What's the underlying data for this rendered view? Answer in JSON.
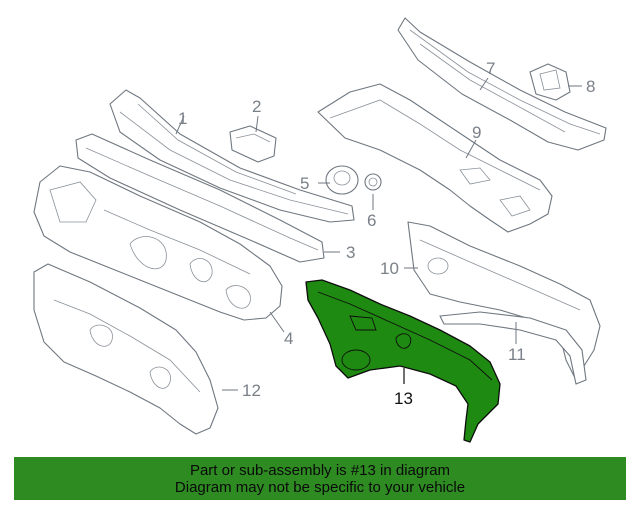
{
  "diagram": {
    "callouts": [
      "1",
      "2",
      "3",
      "4",
      "5",
      "6",
      "7",
      "8",
      "9",
      "10",
      "11",
      "12",
      "13"
    ],
    "highlighted_callout": "13",
    "highlight_color": "#1f8a11",
    "line_color": "#6f7780"
  },
  "banner": {
    "line1": "Part or sub-assembly is #13 in diagram",
    "line2": "Diagram may not be specific to your vehicle",
    "background": "#2e8b22"
  }
}
